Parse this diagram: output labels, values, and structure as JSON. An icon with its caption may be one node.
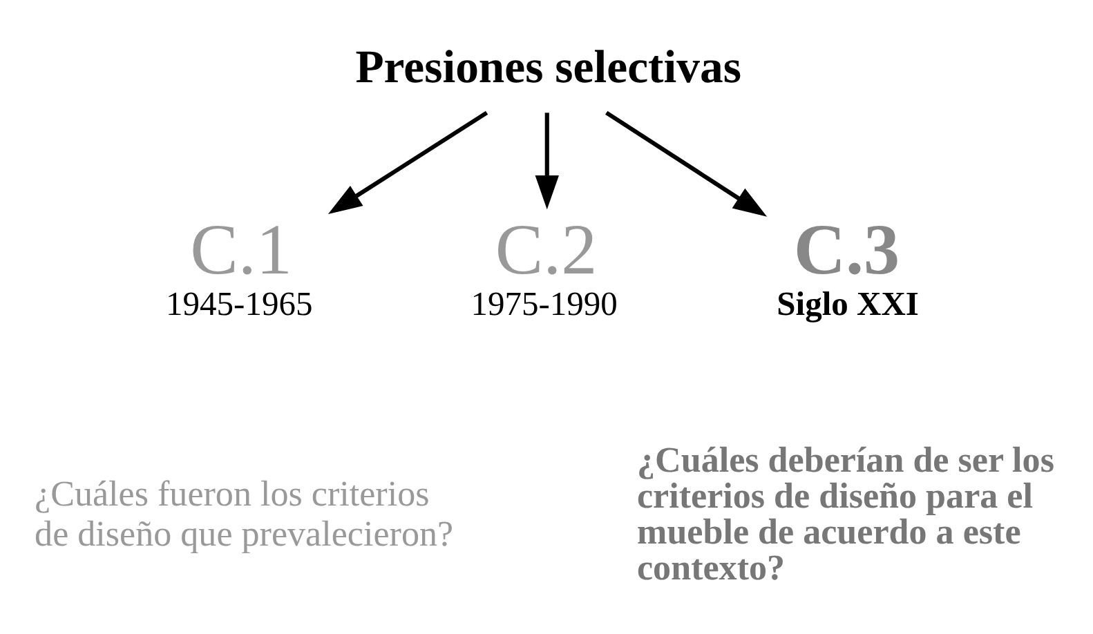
{
  "diagram": {
    "nodes": [
      {
        "text": [
          "Presiones selectivas"
        ]
      },
      {
        "text": [
          "C.1",
          "1945-1965"
        ]
      },
      {
        "text": [
          "C.2",
          "1975-1990"
        ]
      },
      {
        "text": [
          "C.3",
          "Siglo XXI"
        ]
      }
    ],
    "edges": [
      {
        "from": 0,
        "to": 1,
        "arrow": "to"
      },
      {
        "from": 0,
        "to": 2,
        "arrow": "to"
      },
      {
        "from": 0,
        "to": 3,
        "arrow": "to"
      }
    ],
    "labels": [
      "¿Cuáles fueron los criterios de diseño que prevalecieron?",
      "¿Cuáles deberían de ser los criterios de diseño para el mueble de acuerdo a este contexto?"
    ]
  }
}
